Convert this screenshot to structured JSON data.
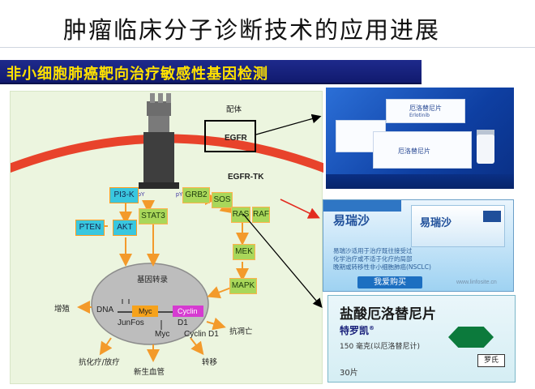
{
  "slide": {
    "title": "肿瘤临床分子诊断技术的应用进展",
    "subtitle": "非小细胞肺癌靶向治疗敏感性基因检测"
  },
  "colors": {
    "title_rule": "#cfd6e0",
    "subtitle_bg": "#1e2a8c",
    "subtitle_text": "#ffe100",
    "diagram_bg": "#ecf5df",
    "membrane": "#e8432b",
    "nucleus": "#bdbdbd",
    "arrow_orange": "#f39a2b",
    "pointer_black": "#000000",
    "pointer_red": "#e32b1f"
  },
  "diagram": {
    "labels": {
      "ligand": "配体",
      "egfr": "EGFR",
      "egfr_tk": "EGFR-TK",
      "transcription": "基因转录",
      "proliferation": "增殖",
      "anti_apoptosis": "抗凋亡",
      "chemo_resistance": "抗化疗/放疗",
      "angiogenesis": "新生血管",
      "metastasis": "转移",
      "dna": "DNA",
      "junfos": "JunFos",
      "myc_out": "Myc",
      "d1": "D1",
      "cyclin_d1": "Cyclin D1"
    },
    "proteins": {
      "pi3k": "PI3-K",
      "grb2": "GRB2",
      "sos": "SOS",
      "ras": "RAS",
      "raf": "RAF",
      "stat3": "STAT3",
      "pten": "PTEN",
      "akt": "AKT",
      "mek": "MEK",
      "mapk": "MAPK"
    },
    "gene_bars": {
      "myc": "Myc",
      "cyclin": "Cyclin"
    },
    "phospho": "pY"
  },
  "products": {
    "drug1": {
      "label_top": "厄洛替尼片",
      "label_small": "Erlotinib",
      "label_front": "厄洛替尼片"
    },
    "drug2": {
      "brand": "易瑞沙",
      "box_text": "易瑞沙",
      "lines": [
        "易瑞沙适用于治疗既往接受过",
        "化学治疗或不适于化疗的局部",
        "晚期或转移性非小细胞肺癌(NSCLC)"
      ],
      "button": "我爱购买",
      "site": "www.linfosite.cn"
    },
    "drug3": {
      "name": "盐酸厄洛替尼片",
      "brand": "特罗凯",
      "brand_mark": "®",
      "dose": "150 毫克(以厄洛替尼计)",
      "count": "30片",
      "maker": "罗氏"
    }
  }
}
